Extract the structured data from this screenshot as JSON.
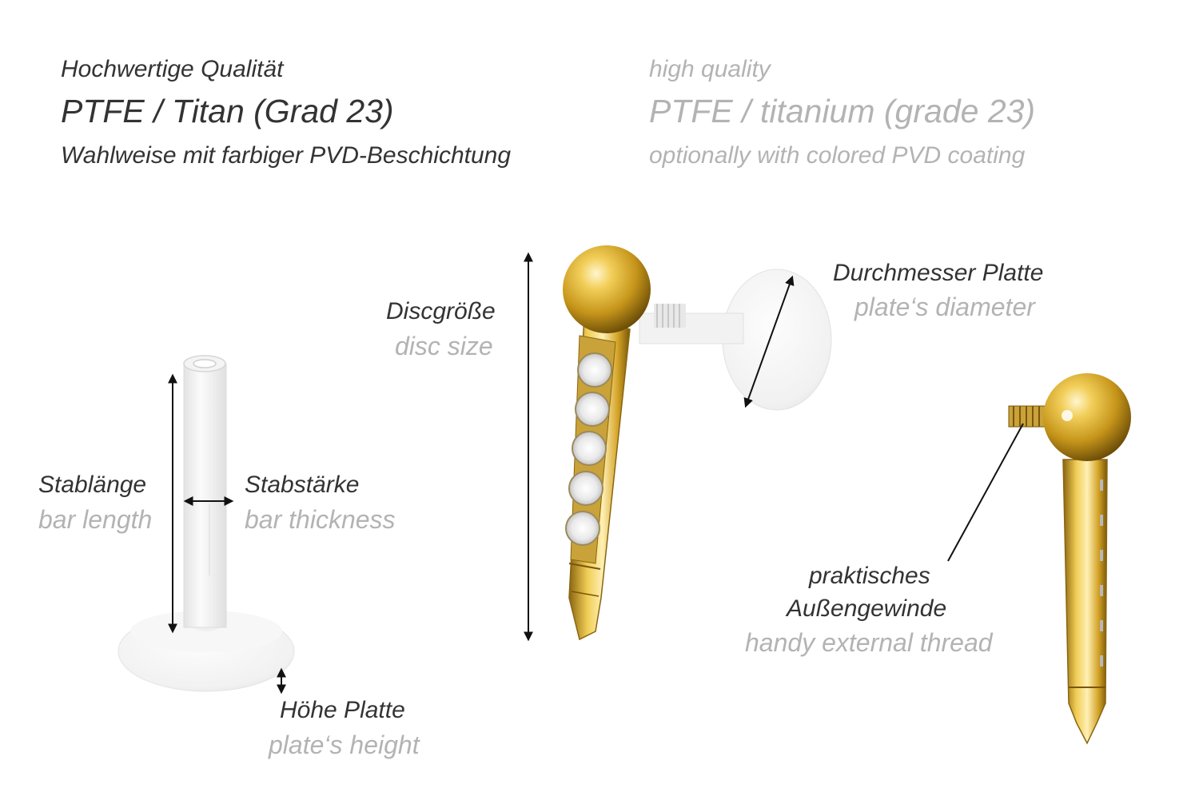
{
  "header": {
    "de": {
      "quality": "Hochwertige Qualität",
      "material": "PTFE / Titan (Grad 23)",
      "coating": "Wahlweise mit farbiger PVD-Beschichtung"
    },
    "en": {
      "quality": "high quality",
      "material": "PTFE / titanium (grade 23)",
      "coating": "optionally with colored PVD coating"
    }
  },
  "labels": {
    "bar_length": {
      "de": "Stablänge",
      "en": "bar length"
    },
    "bar_thickness": {
      "de": "Stabstärke",
      "en": "bar thickness"
    },
    "plate_height": {
      "de": "Höhe Platte",
      "en": "plate‘s height"
    },
    "disc_size": {
      "de": "Discgröße",
      "en": "disc size"
    },
    "plate_diameter": {
      "de": "Durchmesser Platte",
      "en": "plate‘s diameter"
    },
    "external_thread": {
      "de_line1": "praktisches",
      "de_line2": "Außengewinde",
      "en": "handy external thread"
    }
  },
  "colors": {
    "text_de": "#333333",
    "text_en": "#b3b3b3",
    "gold": "#d9a91e",
    "ptfe": "#f1f1f1"
  }
}
